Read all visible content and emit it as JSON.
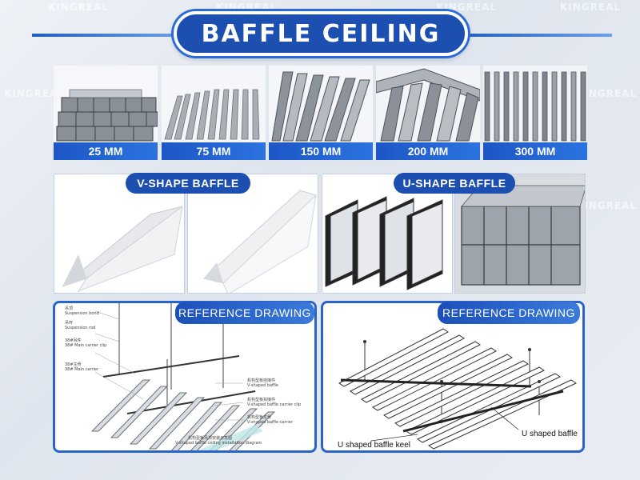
{
  "watermark": "KINGREAL",
  "title": "BAFFLE CEILING",
  "sizes": [
    "25 MM",
    "75 MM",
    "150 MM",
    "200 MM",
    "300 MM"
  ],
  "v_shape": {
    "label": "V-SHAPE BAFFLE"
  },
  "u_shape": {
    "label": "U-SHAPE BAFFLE"
  },
  "ref_left": {
    "label": "REFERENCE DRAWING",
    "notes_left": [
      "吊顶",
      "Suspension bond",
      "吊杆",
      "Suspension rod",
      "38#吊件",
      "38# Main carrier clip",
      "38#主骨",
      "38# Main carrier"
    ],
    "notes_right": [
      "机构型板挂接件",
      "V-shaped baffle",
      "机构型板扣接件",
      "V-shaped baffle carrier clip",
      "机构型板龙骨",
      "V-shaped baffle carrier"
    ],
    "caption_cn": "机构型板吊顶安装示意图",
    "caption_en": "V-shaped baffle ceiling installation diagram"
  },
  "ref_right": {
    "label": "REFERENCE DRAWING",
    "callout_keel": "U shaped baffle keel",
    "callout_baffle": "U shaped baffle"
  },
  "colors": {
    "brand_blue": "#1d4fb0",
    "accent_blue": "#2b73e0"
  }
}
